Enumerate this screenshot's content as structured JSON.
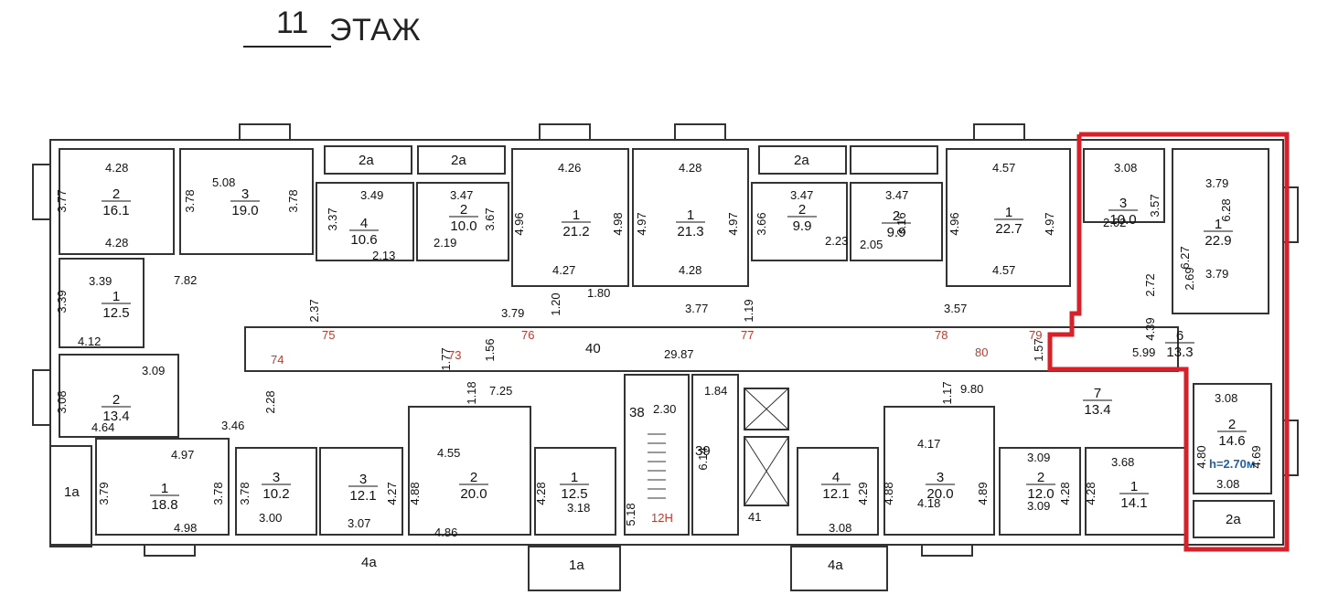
{
  "title": {
    "number": "11",
    "word": "ЭТАЖ"
  },
  "highlight_color": "#d6202a",
  "apartment_numbers": [
    "74",
    "73",
    "75",
    "76",
    "77",
    "78",
    "80",
    "79"
  ],
  "height_note": "h=2.70м",
  "rooms": [
    {
      "id": "a1",
      "n": "2",
      "area": "16.1"
    },
    {
      "id": "a2",
      "n": "3",
      "area": "19.0"
    },
    {
      "id": "a3",
      "n": "4",
      "area": "10.6"
    },
    {
      "id": "a4",
      "n": "2",
      "area": "10.0"
    },
    {
      "id": "a5",
      "n": "1",
      "area": "21.2"
    },
    {
      "id": "a6",
      "n": "1",
      "area": "21.3"
    },
    {
      "id": "a7",
      "n": "2",
      "area": "9.9"
    },
    {
      "id": "a8",
      "n": "2",
      "area": "9.9"
    },
    {
      "id": "a9",
      "n": "1",
      "area": "22.7"
    },
    {
      "id": "a10",
      "n": "3",
      "area": "10.0"
    },
    {
      "id": "a11",
      "n": "1",
      "area": "22.9"
    },
    {
      "id": "a12",
      "n": "1",
      "area": "12.5"
    },
    {
      "id": "a13",
      "n": "2",
      "area": "13.4"
    },
    {
      "id": "a14",
      "n": "1",
      "area": "18.8"
    },
    {
      "id": "a15",
      "n": "3",
      "area": "10.2"
    },
    {
      "id": "a16",
      "n": "3",
      "area": "12.1"
    },
    {
      "id": "a17",
      "n": "2",
      "area": "20.0"
    },
    {
      "id": "a18",
      "n": "1",
      "area": "12.5"
    },
    {
      "id": "a19",
      "n": "4",
      "area": "12.1"
    },
    {
      "id": "a20",
      "n": "3",
      "area": "20.0"
    },
    {
      "id": "a21",
      "n": "2",
      "area": "12.0"
    },
    {
      "id": "a22",
      "n": "1",
      "area": "14.1"
    },
    {
      "id": "a23",
      "n": "2",
      "area": "14.6"
    },
    {
      "id": "a24",
      "n": "6",
      "area": "13.3"
    },
    {
      "id": "a25",
      "n": "7",
      "area": "13.4"
    }
  ],
  "labels": [
    "1a",
    "1a",
    "2a",
    "2a",
    "2a",
    "2a",
    "4a",
    "4a",
    "12Н",
    "38",
    "39",
    "40",
    "41",
    "29.87",
    "9.80",
    "7.82",
    "7.25",
    "5.99"
  ],
  "dims": [
    "4.28",
    "3.77",
    "4.28",
    "5.08",
    "3.78",
    "3.78",
    "3.49",
    "3.37",
    "3.47",
    "3.67",
    "4.26",
    "4.96",
    "4.98",
    "4.27",
    "4.28",
    "4.97",
    "4.97",
    "4.28",
    "3.47",
    "3.66",
    "3.47",
    "3.16",
    "4.57",
    "4.96",
    "4.97",
    "4.57",
    "3.08",
    "3.57",
    "3.79",
    "6.28",
    "6.27",
    "3.79",
    "3.39",
    "3.39",
    "4.12",
    "3.08",
    "3.09",
    "4.64",
    "4.97",
    "3.79",
    "3.78",
    "4.98",
    "3.78",
    "3.00",
    "3.07",
    "4.27",
    "4.55",
    "4.88",
    "4.86",
    "4.28",
    "3.18",
    "2.30",
    "6.14",
    "5.18",
    "1.84",
    "4.17",
    "4.88",
    "4.89",
    "4.18",
    "3.09",
    "4.28",
    "3.09",
    "3.68",
    "4.28",
    "3.08",
    "4.80",
    "4.69",
    "3.08",
    "4.29",
    "3.08",
    "1.77",
    "1.56",
    "1.57",
    "1.18",
    "1.17",
    "2.37",
    "2.28",
    "3.46",
    "3.57",
    "3.77",
    "3.79",
    "1.19",
    "1.20",
    "2.72",
    "4.39",
    "2.69",
    "2.02",
    "2.13",
    "2.19",
    "2.23",
    "2.05",
    "1.80"
  ]
}
